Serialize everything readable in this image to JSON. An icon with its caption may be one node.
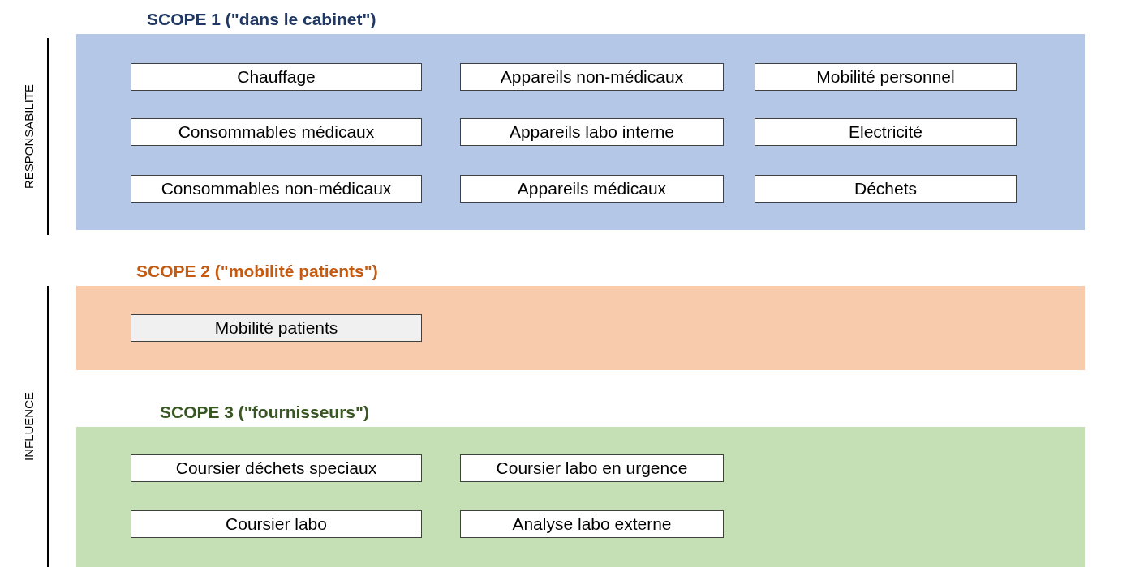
{
  "diagram": {
    "nodes": [
      {
        "text": [
          "SCOPE 1 (\"dans le cabinet\")"
        ]
      },
      {
        "text": [
          "Chauffage"
        ],
        "in": 0
      },
      {
        "text": [
          "Appareils non-médicaux"
        ],
        "in": 0
      },
      {
        "text": [
          "Mobilité personnel"
        ],
        "in": 0
      },
      {
        "text": [
          "Consommables médicaux"
        ],
        "in": 0
      },
      {
        "text": [
          "Appareils labo interne"
        ],
        "in": 0
      },
      {
        "text": [
          "Electricité"
        ],
        "in": 0
      },
      {
        "text": [
          "Consommables non-médicaux"
        ],
        "in": 0
      },
      {
        "text": [
          "Appareils médicaux"
        ],
        "in": 0
      },
      {
        "text": [
          "Déchets"
        ],
        "in": 0
      },
      {
        "text": [
          "SCOPE 2 (\"mobilité patients\")"
        ]
      },
      {
        "text": [
          "Mobilité patients"
        ],
        "in": 10
      },
      {
        "text": [
          "SCOPE 3 (\"fournisseurs\")"
        ]
      },
      {
        "text": [
          "Coursier déchets speciaux"
        ],
        "in": 12
      },
      {
        "text": [
          "Coursier labo en urgence"
        ],
        "in": 12
      },
      {
        "text": [
          "Coursier labo"
        ],
        "in": 12
      },
      {
        "text": [
          "Analyse labo externe"
        ],
        "in": 12
      }
    ],
    "edges": [],
    "labels": [
      "RESPONSABILITE",
      "INFLUENCE"
    ]
  }
}
